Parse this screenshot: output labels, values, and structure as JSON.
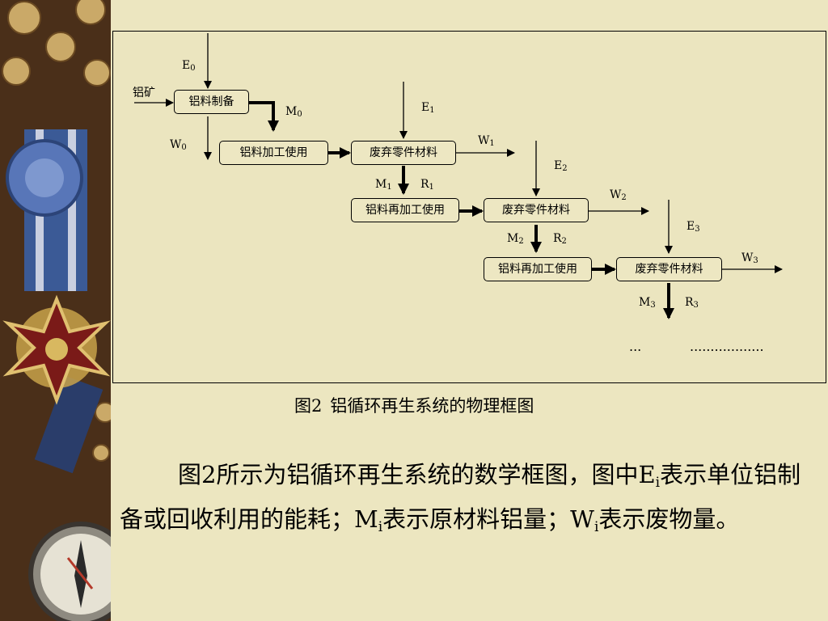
{
  "diagram": {
    "boxes": {
      "prep": "铝料制备",
      "process": "铝料加工使用",
      "waste1": "废弃零件材料",
      "reprocess1": "铝料再加工使用",
      "waste2": "废弃零件材料",
      "reprocess2": "铝料再加工使用",
      "waste3": "废弃零件材料"
    },
    "inputs": {
      "ore": "铝矿"
    },
    "labels": {
      "E": "E",
      "M": "M",
      "R": "R",
      "W": "W",
      "sub0": "0",
      "sub1": "1",
      "sub2": "2",
      "sub3": "3"
    },
    "ellipsis_short": "...",
    "ellipsis_long": ".................."
  },
  "caption": {
    "fig": "图2",
    "title": "铝循环再生系统的物理框图"
  },
  "paragraph": {
    "t1": "图2所示为铝循环再生系统的数学框图，图中",
    "e": "E",
    "i": "i",
    "t2": "表示单位铝制备或回收利用的能耗；",
    "m": "M",
    "t3": "表示原材料铝量；",
    "w": "W",
    "t4": "表示废物量。"
  },
  "colors": {
    "background": "#ece6c0",
    "ink": "#000000"
  },
  "decoration": [
    "medal-ribbon",
    "compass"
  ]
}
